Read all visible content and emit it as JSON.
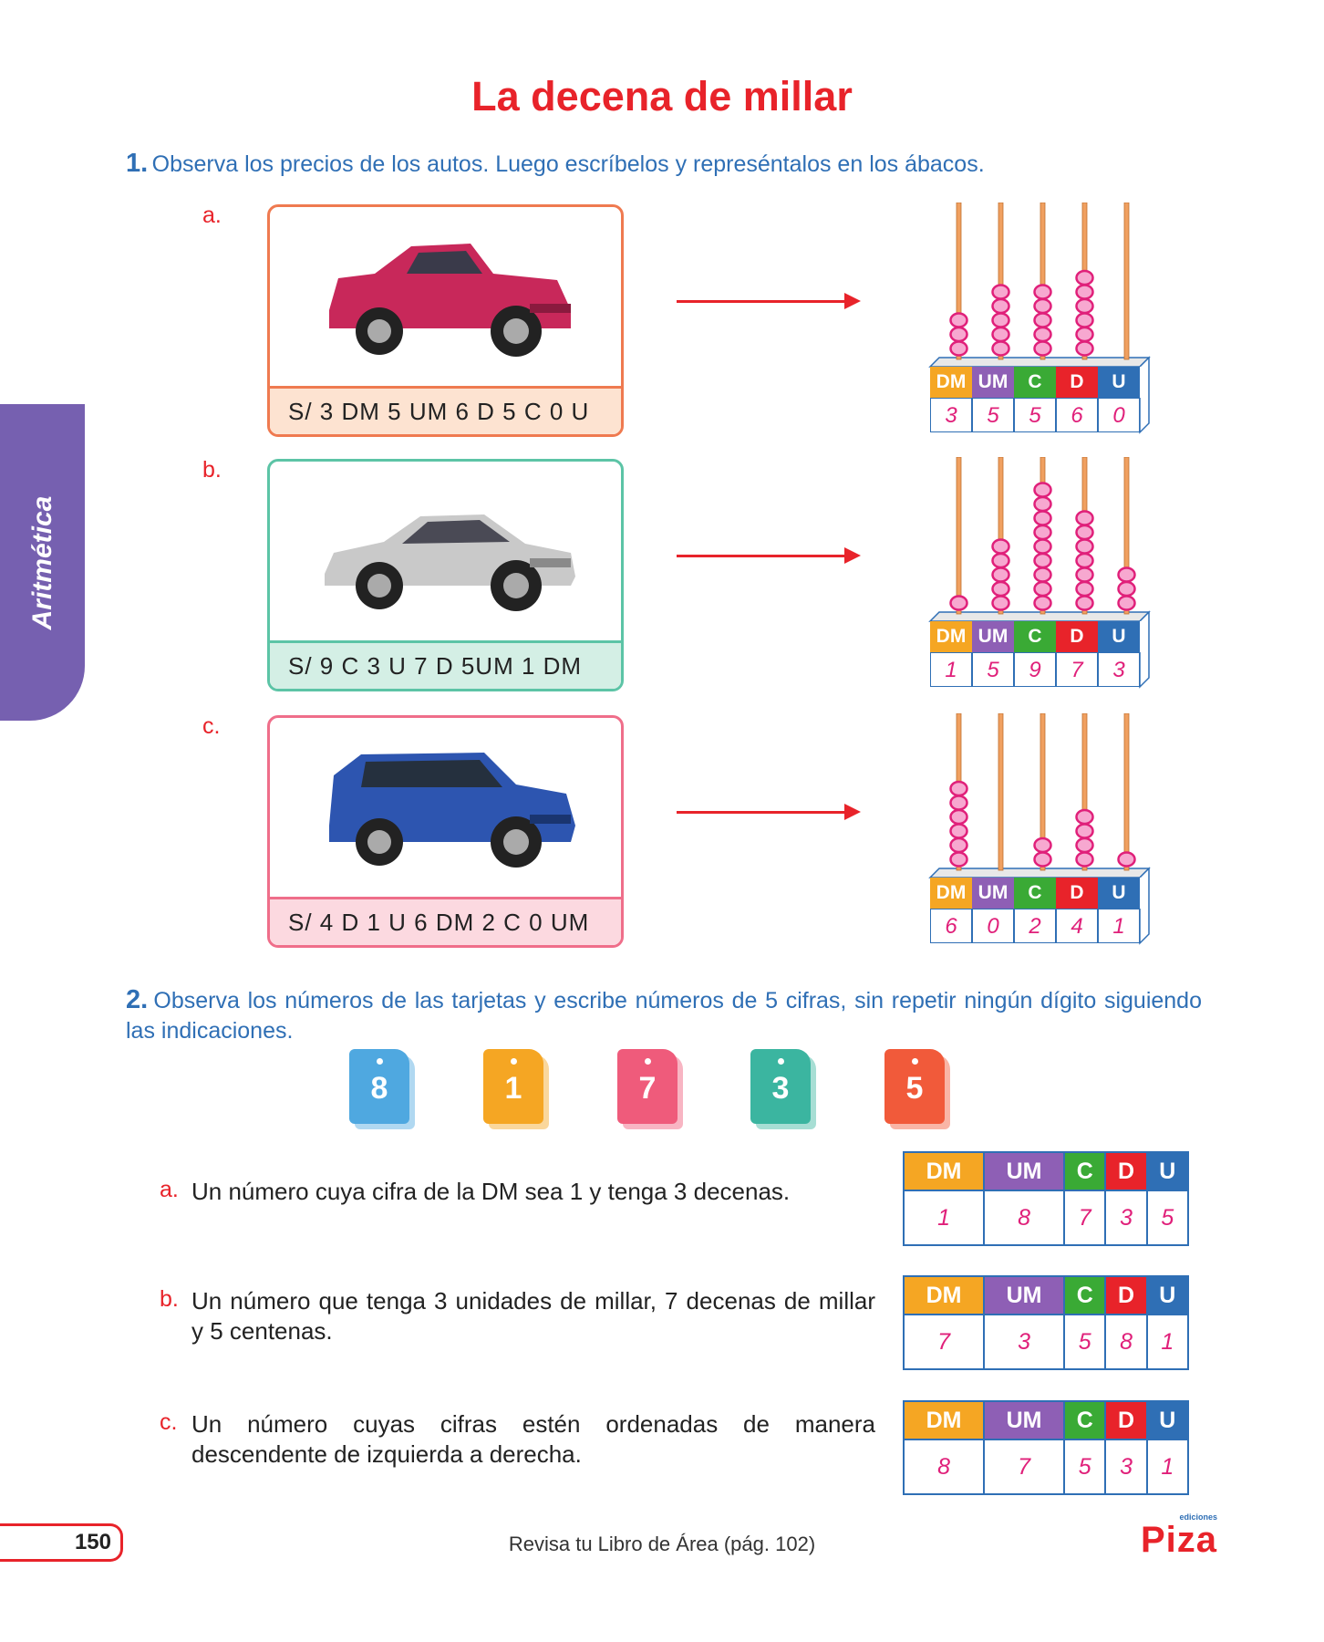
{
  "title": "La decena de millar",
  "side_tab": "Aritmética",
  "page_number": "150",
  "footer": "Revisa tu Libro de Área (pág. 102)",
  "logo": {
    "small": "ediciones",
    "text": "Piza"
  },
  "colors": {
    "DM": "#f5a623",
    "UM": "#8e5fb5",
    "C": "#3aaa35",
    "D": "#e8232a",
    "U": "#2f6fb5",
    "bead": "#e0207a",
    "rod": "#f0a060"
  },
  "q1": {
    "number": "1.",
    "text": "Observa los precios de los autos. Luego escríbelos y represéntalos en los ábacos.",
    "headers": [
      "DM",
      "UM",
      "C",
      "D",
      "U"
    ],
    "items": [
      {
        "letter": "a.",
        "price": "S/ 3 DM  5 UM  6 D  5 C  0 U",
        "car_icon": "red-pickup-truck-image",
        "digits": [
          "3",
          "5",
          "5",
          "6",
          "0"
        ],
        "border": "#ef7a50",
        "fill": "#fde3d1"
      },
      {
        "letter": "b.",
        "price": "S/  9 C  3 U  7 D  5UM  1 DM",
        "car_icon": "silver-sedan-image",
        "digits": [
          "1",
          "5",
          "9",
          "7",
          "3"
        ],
        "border": "#5cc4a6",
        "fill": "#d4efe5"
      },
      {
        "letter": "c.",
        "price": "S/  4 D  1 U  6 DM  2 C  0 UM",
        "car_icon": "blue-suv-image",
        "digits": [
          "6",
          "0",
          "2",
          "4",
          "1"
        ],
        "border": "#ef6e8a",
        "fill": "#fcd9e0"
      }
    ]
  },
  "q2": {
    "number": "2.",
    "text": "Observa los números de las tarjetas y escribe números de 5 cifras, sin repetir ningún dígito siguiendo las indicaciones.",
    "cards": [
      {
        "value": "8",
        "color": "#4fa8e0"
      },
      {
        "value": "1",
        "color": "#f5a623"
      },
      {
        "value": "7",
        "color": "#ef5b7b"
      },
      {
        "value": "3",
        "color": "#3bb5a0"
      },
      {
        "value": "5",
        "color": "#f15a3a"
      }
    ],
    "headers": [
      "DM",
      "UM",
      "C",
      "D",
      "U"
    ],
    "items": [
      {
        "letter": "a.",
        "text": "Un número cuya cifra de la DM sea 1 y tenga 3 decenas.",
        "digits": [
          "1",
          "8",
          "7",
          "3",
          "5"
        ]
      },
      {
        "letter": "b.",
        "text": "Un número que tenga 3 unidades de millar, 7 decenas de millar y 5 centenas.",
        "digits": [
          "7",
          "3",
          "5",
          "8",
          "1"
        ]
      },
      {
        "letter": "c.",
        "text": "Un número cuyas cifras estén ordenadas de manera descendente de izquierda a derecha.",
        "digits": [
          "8",
          "7",
          "5",
          "3",
          "1"
        ]
      }
    ]
  }
}
